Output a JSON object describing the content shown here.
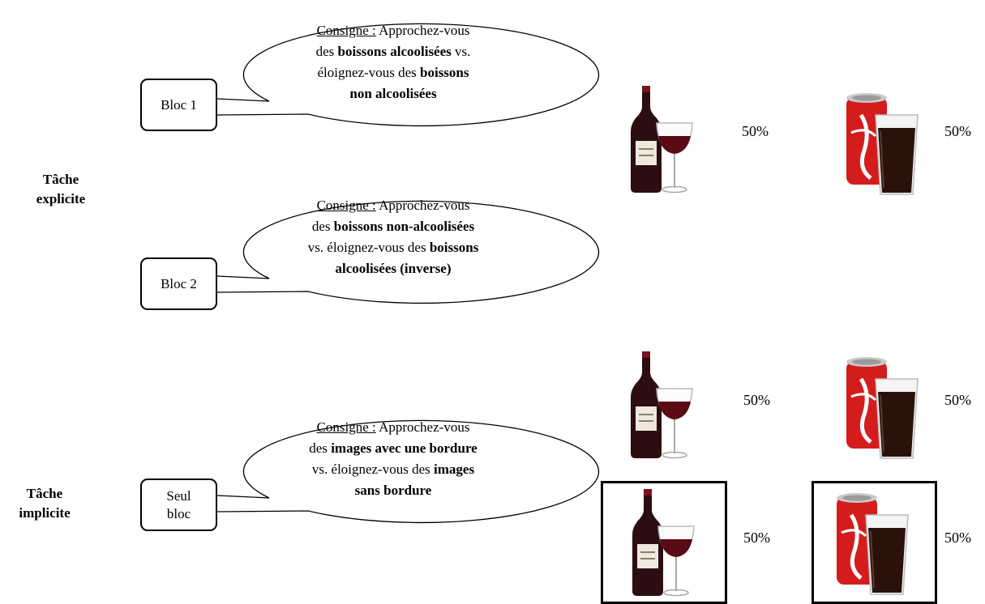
{
  "tasks": {
    "explicit": {
      "line1": "Tâche",
      "line2": "explicite"
    },
    "implicit": {
      "line1": "Tâche",
      "line2": "implicite"
    }
  },
  "blocks": {
    "b1": "Bloc 1",
    "b2": "Bloc 2",
    "b3_line1": "Seul",
    "b3_line2": "bloc"
  },
  "instructions": {
    "label": "Consigne :",
    "b1": {
      "a": "Approchez-vous",
      "b": "des ",
      "c": "boissons alcoolisées",
      "d": " vs.",
      "e": "éloignez-vous des ",
      "f": "boissons",
      "g": "non alcoolisées"
    },
    "b2": {
      "a": "Approchez-vous",
      "b": "des ",
      "c": "boissons non-alcoolisées",
      "e": "vs. éloignez-vous des ",
      "f": "boissons",
      "g": "alcoolisées (inverse)"
    },
    "b3": {
      "a": "Approchez-vous",
      "b": "des ",
      "c": "images avec une bordure",
      "e": "vs. éloignez-vous des ",
      "f": "images",
      "g": "sans bordure"
    }
  },
  "percentages": {
    "p1": "50%",
    "p2": "50%",
    "p3": "50%",
    "p4": "50%",
    "p5": "50%",
    "p6": "50%"
  },
  "images": {
    "wine": "wine-bottle-and-glass",
    "cola": "cola-can-and-glass"
  }
}
